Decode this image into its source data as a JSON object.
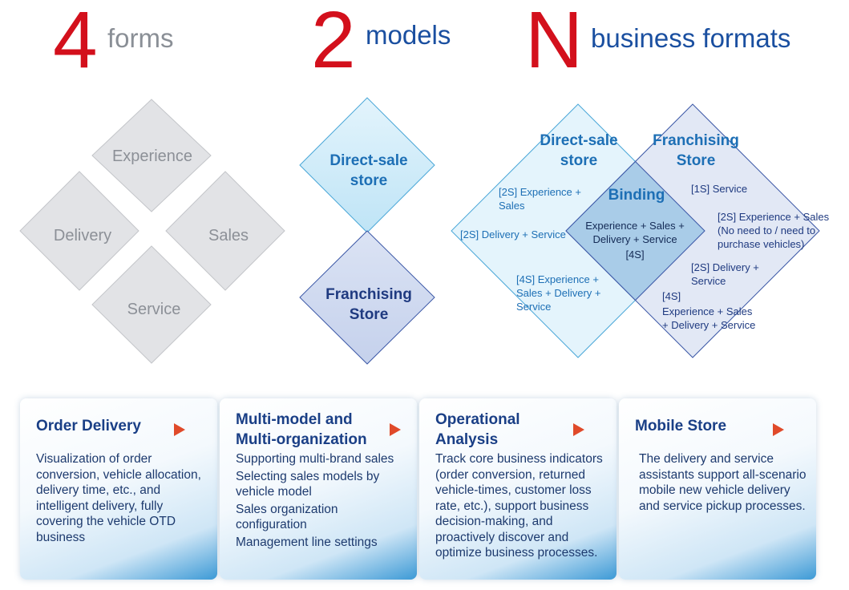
{
  "headings": [
    {
      "number": "4",
      "word": "forms"
    },
    {
      "number": "2",
      "word": "models"
    },
    {
      "number": "N",
      "word": "business formats"
    }
  ],
  "forms": {
    "experience": "Experience",
    "delivery": "Delivery",
    "sales": "Sales",
    "service": "Service"
  },
  "models": {
    "direct_line1": "Direct-sale",
    "direct_line2": "store",
    "franch_line1": "Franchising",
    "franch_line2": "Store"
  },
  "formats": {
    "direct_line1": "Direct-sale",
    "direct_line2": "store",
    "franch_line1": "Franchising",
    "franch_line2": "Store",
    "binding": "Binding",
    "left_items": [
      [
        "[2S] Experience +",
        "Sales"
      ],
      [
        "[2S] Delivery + Service"
      ],
      [
        "[4S] Experience +",
        "Sales + Delivery +",
        "Service"
      ]
    ],
    "center_lines": [
      "Experience + Sales +",
      "Delivery + Service",
      "[4S]"
    ],
    "right_items": [
      [
        "[1S] Service"
      ],
      [
        "[2S] Experience + Sales",
        "(No need to / need to",
        "purchase vehicles)"
      ],
      [
        "[2S] Delivery +",
        "Service"
      ],
      [
        "[4S]",
        "Experience + Sales",
        "+ Delivery + Service"
      ]
    ]
  },
  "cards": [
    {
      "title": [
        "Order Delivery"
      ],
      "body": [
        "Visualization of order conversion, vehicle allocation, delivery time, etc., and intelligent delivery, fully covering the vehicle OTD business"
      ]
    },
    {
      "title": [
        "Multi-model and",
        "Multi-organization"
      ],
      "body": [
        "Supporting multi-brand sales",
        "Selecting sales models by vehicle model",
        "Sales organization configuration",
        "Management line settings"
      ]
    },
    {
      "title": [
        "Operational",
        "Analysis"
      ],
      "body": [
        "Track core business indicators (order conversion, returned vehicle-times, customer loss rate, etc.), support business decision-making, and proactively discover and optimize business processes."
      ]
    },
    {
      "title": [
        "Mobile Store"
      ],
      "body": [
        "The delivery and service assistants support all-scenario mobile new vehicle delivery and service pickup processes."
      ]
    }
  ],
  "colors": {
    "accent_red": "#d3101c",
    "brand_blue": "#1a4fa0",
    "card_arrow": "#e04a2a"
  }
}
